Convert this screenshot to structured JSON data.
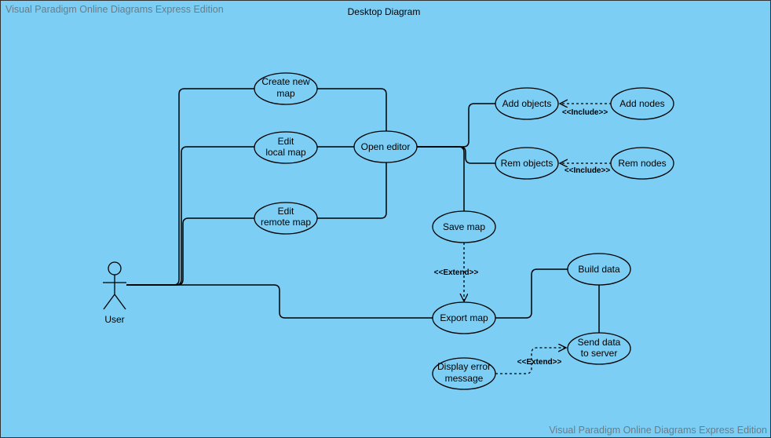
{
  "watermark": {
    "top": "Visual Paradigm Online Diagrams Express Edition",
    "bottom": "Visual Paradigm Online Diagrams Express Edition"
  },
  "title": "Desktop Diagram",
  "actor": {
    "label": "User"
  },
  "use_cases": {
    "create_new_map": [
      "Create new",
      "map"
    ],
    "edit_local_map": [
      "Edit",
      "local map"
    ],
    "edit_remote_map": [
      "Edit",
      "remote map"
    ],
    "open_editor": [
      "Open editor"
    ],
    "add_objects": [
      "Add objects"
    ],
    "add_nodes": [
      "Add nodes"
    ],
    "rem_objects": [
      "Rem objects"
    ],
    "rem_nodes": [
      "Rem nodes"
    ],
    "save_map": [
      "Save map"
    ],
    "export_map": [
      "Export map"
    ],
    "build_data": [
      "Build data"
    ],
    "send_data_to_server": [
      "Send data",
      "to server"
    ],
    "display_error_message": [
      "Display error",
      "message"
    ]
  },
  "stereotypes": {
    "include_add": "<<Include>>",
    "include_rem": "<<Include>>",
    "extend_save_export": "<<Extend>>",
    "extend_error_send": "<<Extend>>"
  },
  "colors": {
    "background": "#7ccef4",
    "line": "#000000",
    "watermark": "#6b7c86"
  }
}
